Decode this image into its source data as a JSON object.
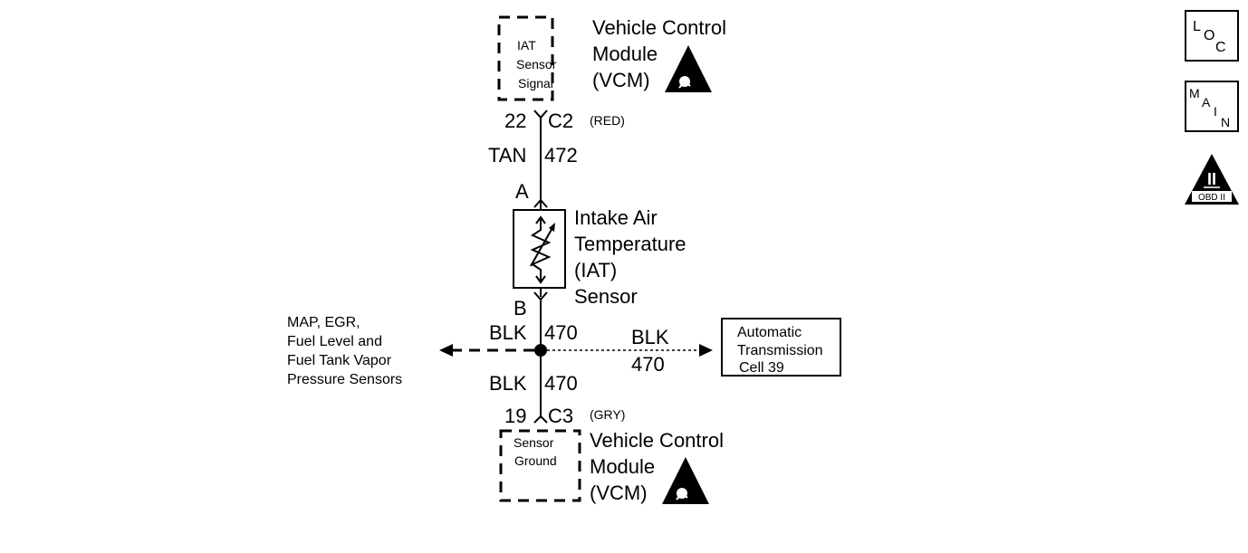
{
  "vcm_top": {
    "box_lines": [
      "IAT",
      "Sensor",
      "Signal"
    ],
    "label_lines": [
      "Vehicle Control",
      "Module",
      "(VCM)"
    ]
  },
  "connector_top": {
    "pin": "22",
    "id": "C2",
    "color": "(RED)"
  },
  "wire_top": {
    "color": "TAN",
    "circuit": "472"
  },
  "sensor": {
    "pin_a": "A",
    "pin_b": "B",
    "label_lines": [
      "Intake Air",
      "Temperature",
      "(IAT)",
      "Sensor"
    ]
  },
  "wire_mid": {
    "color": "BLK",
    "circuit": "470"
  },
  "branch_left": {
    "lines": [
      "MAP, EGR,",
      "Fuel Level and",
      "Fuel Tank Vapor",
      "Pressure Sensors"
    ]
  },
  "branch_right": {
    "color": "BLK",
    "circuit": "470",
    "box_lines": [
      "Automatic",
      "Transmission",
      "Cell 39"
    ]
  },
  "wire_bottom": {
    "color": "BLK",
    "circuit": "470"
  },
  "connector_bottom": {
    "pin": "19",
    "id": "C3",
    "color": "(GRY)"
  },
  "vcm_bottom": {
    "box_lines": [
      "Sensor",
      "Ground"
    ],
    "label_lines": [
      "Vehicle Control",
      "Module",
      "(VCM)"
    ]
  },
  "side_icons": {
    "loc": [
      "L",
      "O",
      "C"
    ],
    "main": [
      "M",
      "A",
      "I",
      "N"
    ],
    "obd": {
      "numeral": "II",
      "text": "OBD II"
    }
  }
}
